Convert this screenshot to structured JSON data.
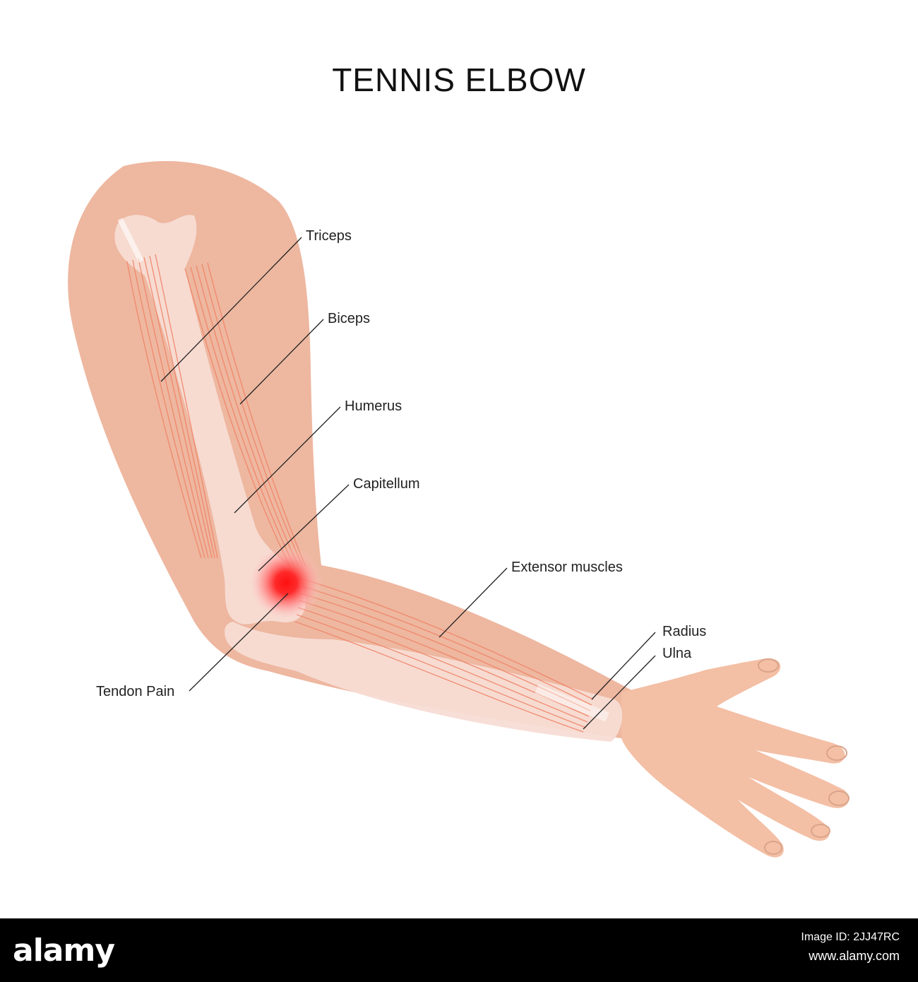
{
  "title": "TENNIS ELBOW",
  "labels": {
    "triceps": "Triceps",
    "biceps": "Biceps",
    "humerus": "Humerus",
    "capitellum": "Capitellum",
    "extensor": "Extensor muscles",
    "radius": "Radius",
    "ulna": "Ulna",
    "tendon_pain": "Tendon Pain"
  },
  "colors": {
    "skin": "#eeb7a0",
    "hand": "#f3bfa5",
    "bone": "#f7dcd4",
    "muscle": "#f08468",
    "pain": "#ff1a1a"
  },
  "footer": {
    "logo": "alamy",
    "image_id": "Image ID: 2JJ47RC",
    "url": "www.alamy.com"
  },
  "watermark": "alamy"
}
